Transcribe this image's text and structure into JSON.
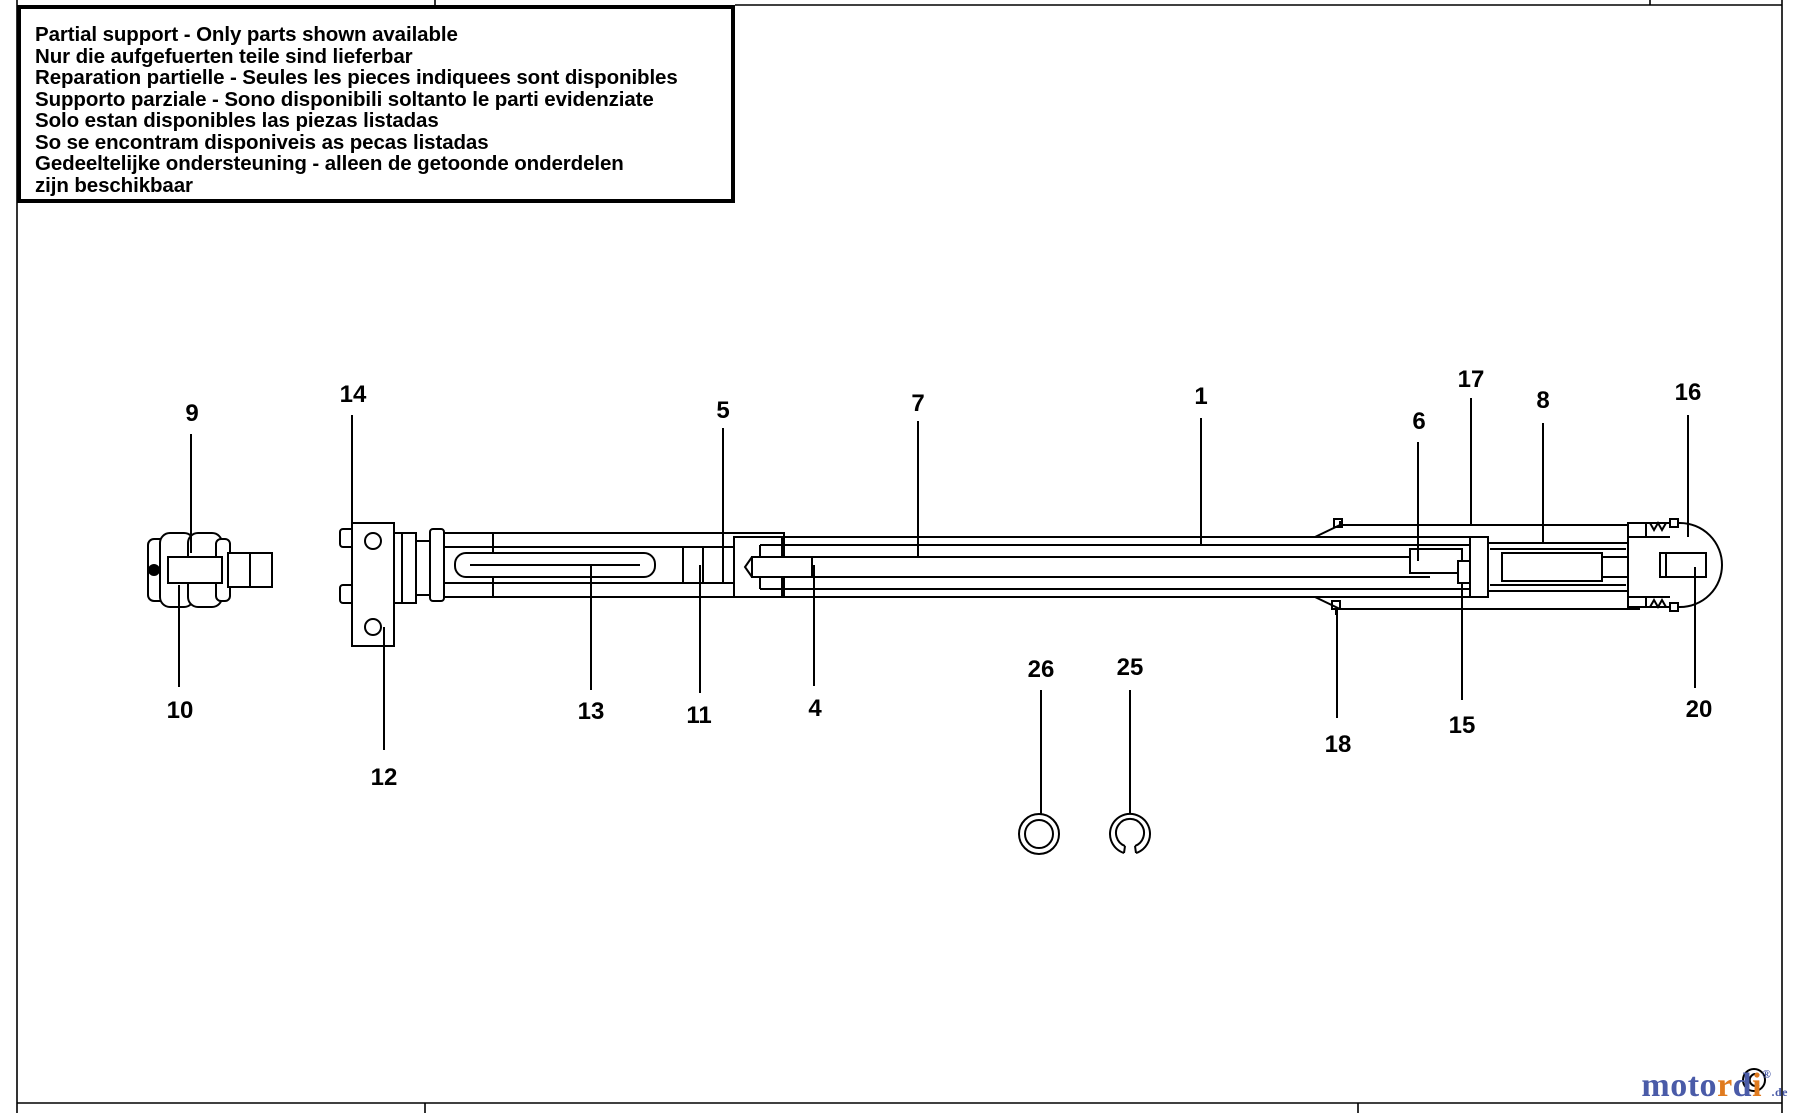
{
  "notice": {
    "lines": [
      "Partial support - Only parts shown available",
      "Nur die aufgefuerten teile sind lieferbar",
      "Reparation partielle - Seules les pieces indiquees sont disponibles",
      "Supporto parziale - Sono disponibili soltanto le parti evidenziate",
      "Solo estan disponibles las piezas listadas",
      "So se encontram disponiveis as pecas listadas",
      "Gedeeltelijke ondersteuning - alleen de getoonde onderdelen",
      "zijn beschikbaar"
    ]
  },
  "callouts": {
    "c1": "1",
    "c4": "4",
    "c5": "5",
    "c6": "6",
    "c7": "7",
    "c8": "8",
    "c9": "9",
    "c10": "10",
    "c11": "11",
    "c12": "12",
    "c13": "13",
    "c14": "14",
    "c15": "15",
    "c16": "16",
    "c17": "17",
    "c18": "18",
    "c20": "20",
    "c25": "25",
    "c26": "26"
  },
  "watermark": {
    "part1": "moto",
    "part2": "r",
    "part3": "d",
    "part4": "i",
    "superscript": "®",
    "suffix": ".de"
  },
  "colors": {
    "line": "#000000",
    "logo_blue": "#4a5ba8",
    "logo_orange": "#e07b1f"
  }
}
